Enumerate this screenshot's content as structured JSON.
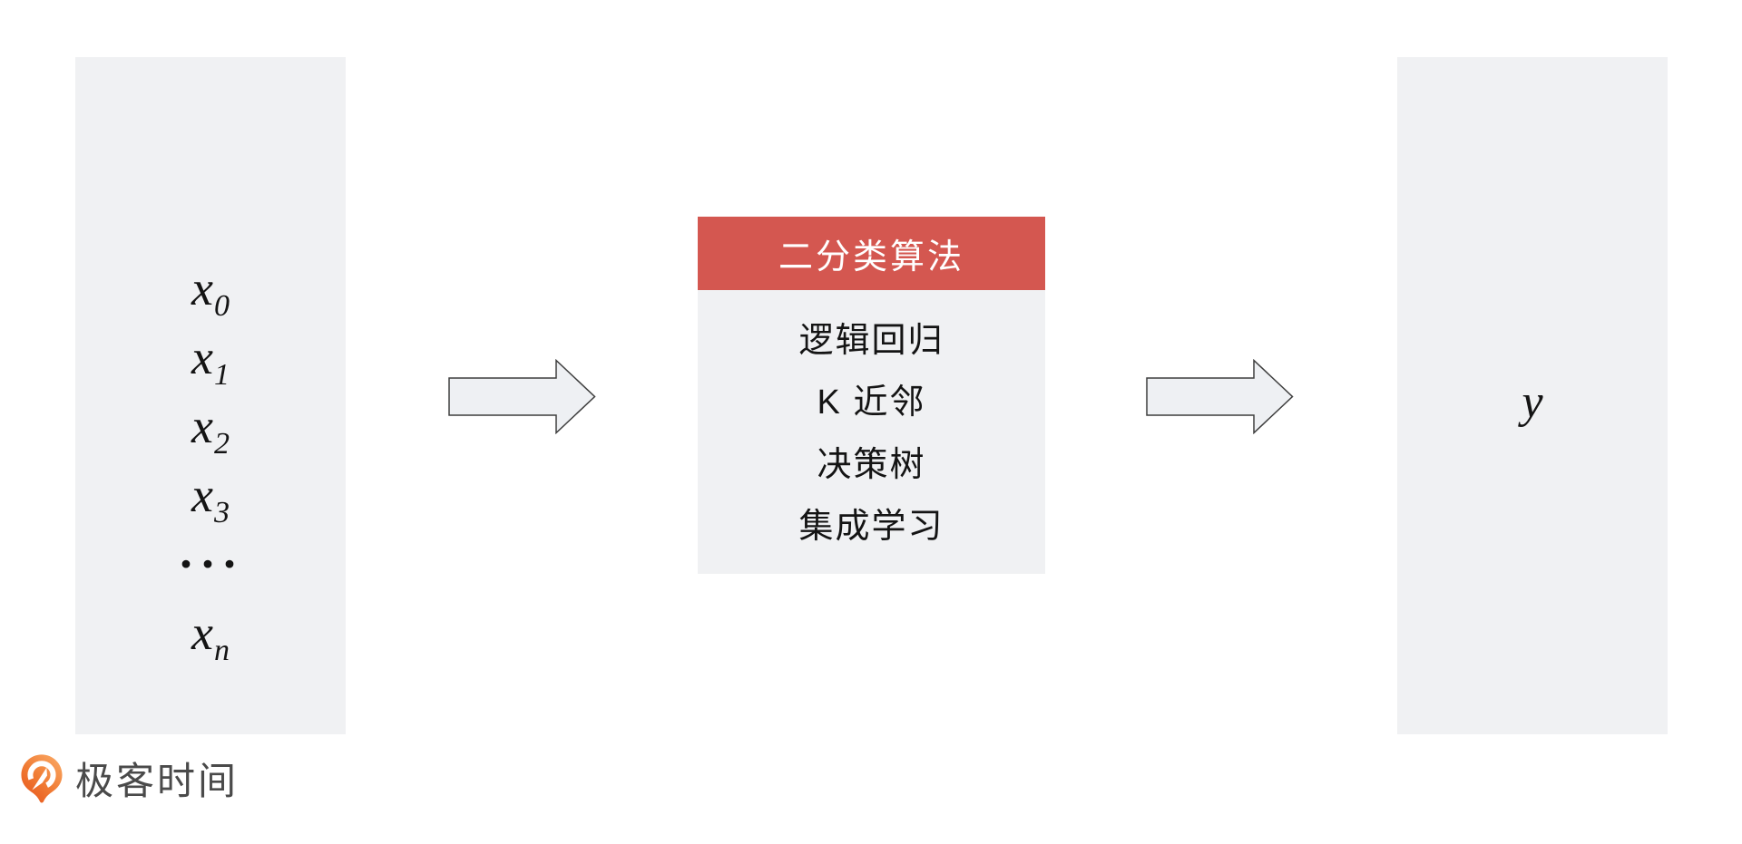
{
  "colors": {
    "panel_bg": "#F0F1F3",
    "header_red": "#D45750",
    "header_text": "#FFFFFF",
    "body_text": "#141414",
    "arrow_fill": "#EEF0F3",
    "arrow_border": "#3D3D3D",
    "logo_text_color": "#4A4A4A",
    "logo_orange_light": "#F9A45F",
    "logo_orange_dark": "#E8591E"
  },
  "input_panel": {
    "items": [
      {
        "base": "x",
        "sub": "0"
      },
      {
        "base": "x",
        "sub": "1"
      },
      {
        "base": "x",
        "sub": "2"
      },
      {
        "base": "x",
        "sub": "3"
      },
      {
        "base": "···",
        "sub": ""
      },
      {
        "base": "x",
        "sub": "n"
      }
    ]
  },
  "algorithm_box": {
    "title": "二分类算法",
    "items": [
      "逻辑回归",
      "K 近邻",
      "决策树",
      "集成学习"
    ]
  },
  "output_panel": {
    "label": "y"
  },
  "logo": {
    "text": "极客时间"
  }
}
